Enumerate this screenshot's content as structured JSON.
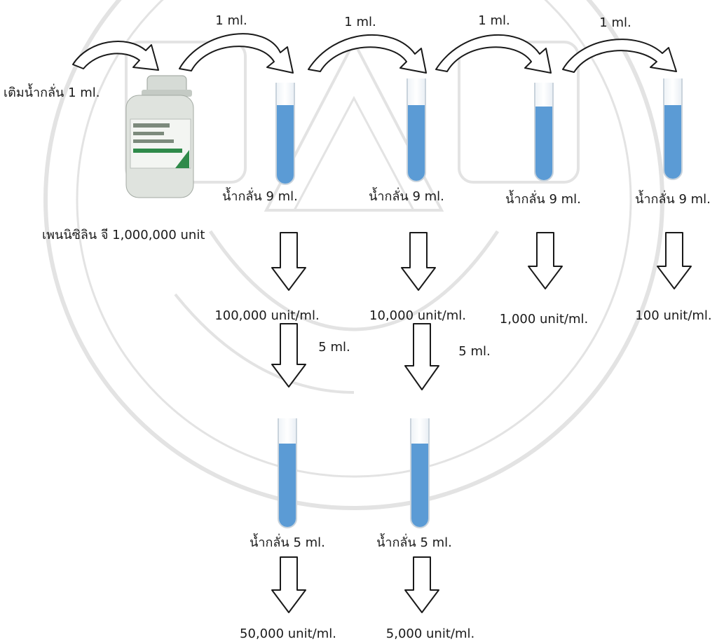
{
  "diagram": {
    "bottle_label": "เพนนิซิลิน จี 1,000,000 unit",
    "add_water_label": "เติมน้ำกลั่น 1 ml.",
    "transfer_volumes": [
      "1 ml.",
      "1 ml.",
      "1 ml.",
      "1 ml."
    ],
    "tubes_row1": [
      {
        "water_label": "น้ำกลั่น 9 ml.",
        "concentration": "100,000 unit/ml."
      },
      {
        "water_label": "น้ำกลั่น 9 ml.",
        "concentration": "10,000 unit/ml."
      },
      {
        "water_label": "น้ำกลั่น 9 ml.",
        "concentration": "1,000 unit/ml."
      },
      {
        "water_label": "น้ำกลั่น 9 ml.",
        "concentration": "100 unit/ml."
      }
    ],
    "split_volumes": [
      "5 ml.",
      "5 ml."
    ],
    "tubes_row2": [
      {
        "water_label": "น้ำกลั่น 5 ml.",
        "concentration": "50,000 unit/ml."
      },
      {
        "water_label": "น้ำกลั่น 5 ml.",
        "concentration": "5,000 unit/ml."
      }
    ]
  },
  "colors": {
    "liquid": "#5b9bd5",
    "tube_outline": "#c9d3dc",
    "arrow_stroke": "#1a1a1a",
    "watermark": "#e3e3e3"
  }
}
